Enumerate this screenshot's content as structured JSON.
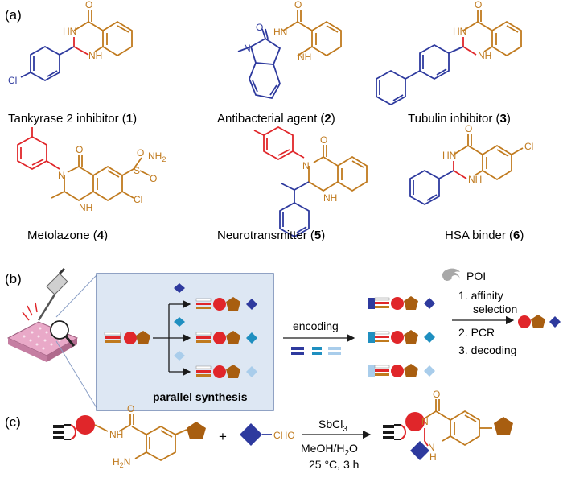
{
  "colors": {
    "orange": "#C07A1E",
    "blue": "#2E3A9E",
    "red": "#E0262A",
    "black": "#1a1a1a",
    "panelFill": "#DDE7F3",
    "panelBorder": "#6B84B0",
    "brown": "#A85E10",
    "teal": "#1F8FC0",
    "lightblue": "#A9CDEB",
    "poi": "#A8A8A8"
  },
  "panelA": {
    "label": "(a)",
    "compounds": [
      {
        "name": "Tankyrase 2 inhibitor (",
        "num": "1",
        "close": ")"
      },
      {
        "name": "Antibacterial agent (",
        "num": "2",
        "close": ")"
      },
      {
        "name": "Tubulin inhibitor (",
        "num": "3",
        "close": ")"
      },
      {
        "name": "Metolazone (",
        "num": "4",
        "close": ")"
      },
      {
        "name": "Neurotransmitter (",
        "num": "5",
        "close": ")"
      },
      {
        "name": "HSA binder (",
        "num": "6",
        "close": ")"
      }
    ],
    "atoms": {
      "O": "O",
      "HN": "HN",
      "NH": "NH",
      "N": "N",
      "Cl": "Cl",
      "S": "S",
      "NH2": "NH",
      "two": "2"
    }
  },
  "panelB": {
    "label": "(b)",
    "parallel": "parallel synthesis",
    "encoding": "encoding",
    "poi": "POI",
    "steps": [
      "1. affinity",
      "selection",
      "2. PCR",
      "3. decoding"
    ]
  },
  "panelC": {
    "label": "(c)",
    "reagent": "SbCl",
    "reagent_sub": "3",
    "solvent1": "MeOH/H",
    "solvent_sub": "2",
    "solvent2": "O",
    "conditions": "25 °C, 3 h",
    "plus": "+",
    "cho": "CHO",
    "h2n": "H",
    "h2n_sub": "2",
    "h2n_n": "N",
    "nh": "NH"
  }
}
